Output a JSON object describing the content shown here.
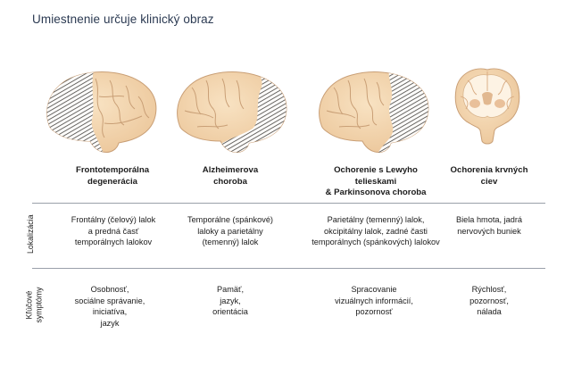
{
  "title": "Umiestnenie určuje klinický obraz",
  "columns": [
    {
      "heading": [
        "Frontotemporálna",
        "degenerácia"
      ],
      "illustration": "brain-lateral-frontotemporal-hatched",
      "localization": [
        "Frontálny (čelový) lalok",
        "a predná časť",
        "temporálnych lalokov"
      ],
      "symptoms": [
        "Osobnosť,",
        "sociálne správanie,",
        "iniciatíva,",
        "jazyk"
      ]
    },
    {
      "heading": [
        "Alzheimerova",
        "choroba"
      ],
      "illustration": "brain-lateral-temporoparietal-hatched",
      "localization": [
        "Temporálne (spánkové)",
        "laloky a parietálny",
        "(temenný) lalok"
      ],
      "symptoms": [
        "Pamäť,",
        "jazyk,",
        "orientácia"
      ]
    },
    {
      "heading": [
        "Ochorenie s Lewyho",
        "telieskami",
        "& Parkinsonova choroba"
      ],
      "illustration": "brain-lateral-occipital-hatched",
      "localization": [
        "Parietálny (temenný) lalok,",
        "okcipitálny lalok, zadné časti",
        "temporálnych (spánkových) lalokov"
      ],
      "symptoms": [
        "Spracovanie",
        "vizuálnych informácií,",
        "pozornosť"
      ]
    },
    {
      "heading": [
        "Ochorenia krvných",
        "ciev"
      ],
      "illustration": "brain-coronal-section",
      "localization": [
        "Biela hmota, jadrá",
        "nervových buniek"
      ],
      "symptoms": [
        "Rýchlosť,",
        "pozornosť,",
        "nálada"
      ]
    }
  ],
  "row_labels": {
    "localization": "Lokalizácia",
    "symptoms": [
      "Kľúčové",
      "symptómy"
    ]
  },
  "colors": {
    "title": "#2b3a52",
    "brain_fill": "#f3d6ae",
    "brain_outline": "#c99f76",
    "hatch": "#3a3a3a",
    "coronal_grey": "#fbf1e4",
    "coronal_white": "#fdf9f3",
    "divider": "#9aa0aa"
  }
}
